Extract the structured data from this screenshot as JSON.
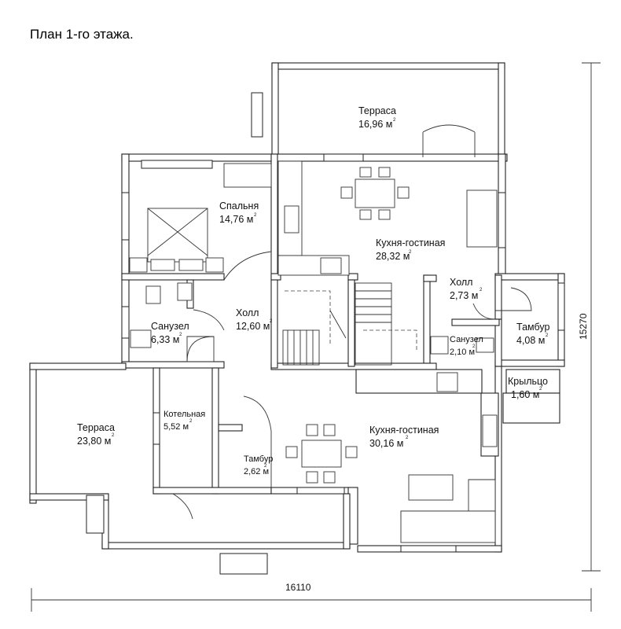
{
  "title": "План 1-го этажа.",
  "rooms": {
    "terrace_top": {
      "name": "Терраса",
      "area": "16,96 м"
    },
    "bedroom": {
      "name": "Спальня",
      "area": "14,76 м"
    },
    "kitchen_living_top": {
      "name": "Кухня-гостиная",
      "area": "28,32 м"
    },
    "hall_right": {
      "name": "Холл",
      "area": "2,73 м"
    },
    "hall_center": {
      "name": "Холл",
      "area": "12,60 м"
    },
    "bathroom_left": {
      "name": "Санузел",
      "area": "6,33 м"
    },
    "bathroom_small": {
      "name": "Санузел",
      "area": "2,10 м"
    },
    "vestibule_right": {
      "name": "Тамбур",
      "area": "4,08 м"
    },
    "porch": {
      "name": "Крыльцо",
      "area": "1,60 м"
    },
    "boiler_room": {
      "name": "Котельная",
      "area": "5,52 м"
    },
    "terrace_left": {
      "name": "Терраса",
      "area": "23,80 м"
    },
    "kitchen_living_bottom": {
      "name": "Кухня-гостиная",
      "area": "30,16 м"
    },
    "vestibule_bottom": {
      "name": "Тамбур",
      "area": "2,62 м"
    }
  },
  "area_superscript": "2",
  "dimensions": {
    "width": "16110",
    "height": "15270"
  }
}
